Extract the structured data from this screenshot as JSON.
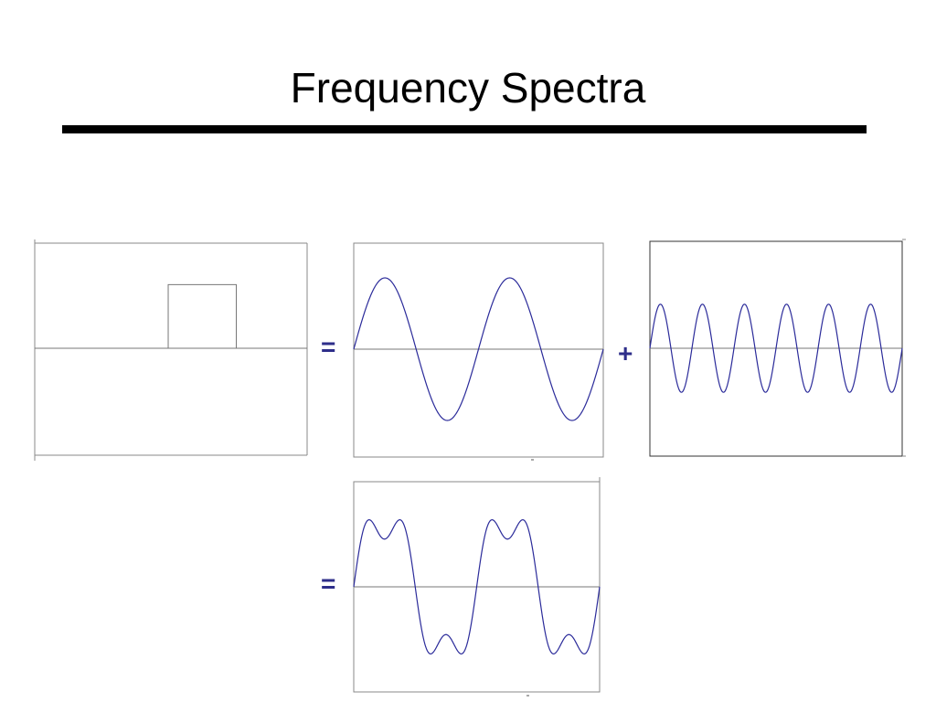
{
  "slide": {
    "title": "Frequency Spectra"
  },
  "operators": {
    "equals_top": "=",
    "plus": "+",
    "equals_bottom": "="
  },
  "colors": {
    "title": "#000000",
    "rule": "#000000",
    "operator": "#2e2e8a",
    "wave": "#2b2b9a",
    "frame": "#888888",
    "axis": "#777777",
    "pulse": "#777777"
  },
  "panels": {
    "square_pulse": {
      "pulse_start": 0.49,
      "pulse_end": 0.74,
      "pulse_height": 0.6
    },
    "fundamental": {
      "cycles": 2,
      "amplitude": 1.0
    },
    "harmonic": {
      "cycles": 6,
      "amplitude": 0.33
    },
    "sum": {
      "cycles": 2,
      "harmonic_multiple": 3,
      "harmonic_amplitude": 0.33
    }
  }
}
